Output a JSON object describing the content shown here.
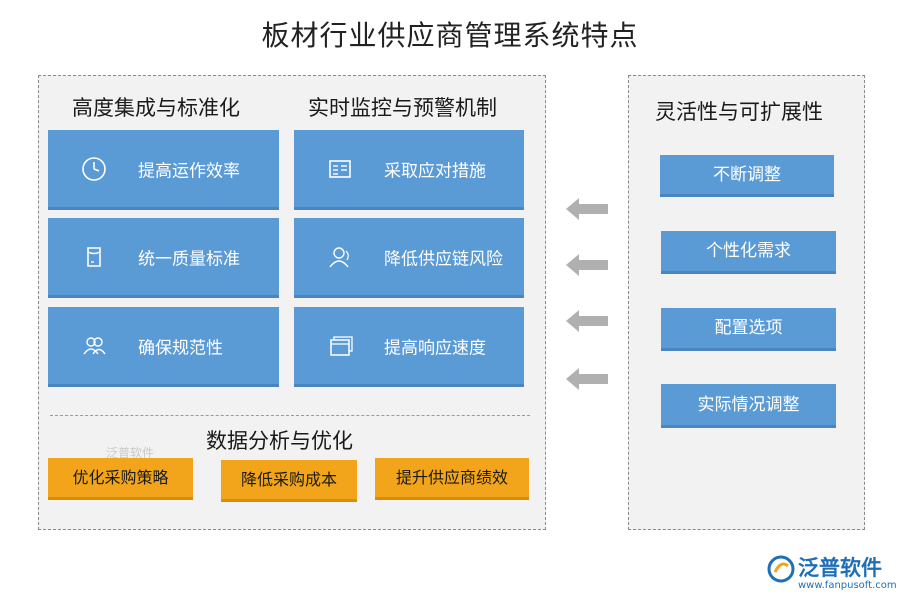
{
  "title": "板材行业供应商管理系统特点",
  "left_panel": {
    "col1_heading": "高度集成与标准化",
    "col2_heading": "实时监控与预警机制",
    "col1_cards": [
      {
        "label": "提高运作效率",
        "icon": "clock-icon"
      },
      {
        "label": "统一质量标准",
        "icon": "document-icon"
      },
      {
        "label": "确保规范性",
        "icon": "users-icon"
      }
    ],
    "col2_cards": [
      {
        "label": "采取应对措施",
        "icon": "list-icon"
      },
      {
        "label": "降低供应链风险",
        "icon": "user-icon"
      },
      {
        "label": "提高响应速度",
        "icon": "window-icon"
      }
    ],
    "analysis_heading": "数据分析与优化",
    "analysis_items": [
      "优化采购策略",
      "降低采购成本",
      "提升供应商绩效"
    ],
    "watermark": "泛普软件"
  },
  "right_panel": {
    "heading": "灵活性与可扩展性",
    "items": [
      "不断调整",
      "个性化需求",
      "配置选项",
      "实际情况调整"
    ]
  },
  "arrows": [
    "arrow-left-icon",
    "arrow-left-icon",
    "arrow-left-icon",
    "arrow-left-icon"
  ],
  "logo": {
    "brand": "泛普软件",
    "url": "www.fanpusoft.com"
  },
  "colors": {
    "card_blue": "#5b9bd5",
    "orange": "#f2a51a",
    "panel_bg": "#f2f2f2",
    "arrow_gray": "#b0b0b0",
    "brand_blue": "#1f6fb6"
  }
}
